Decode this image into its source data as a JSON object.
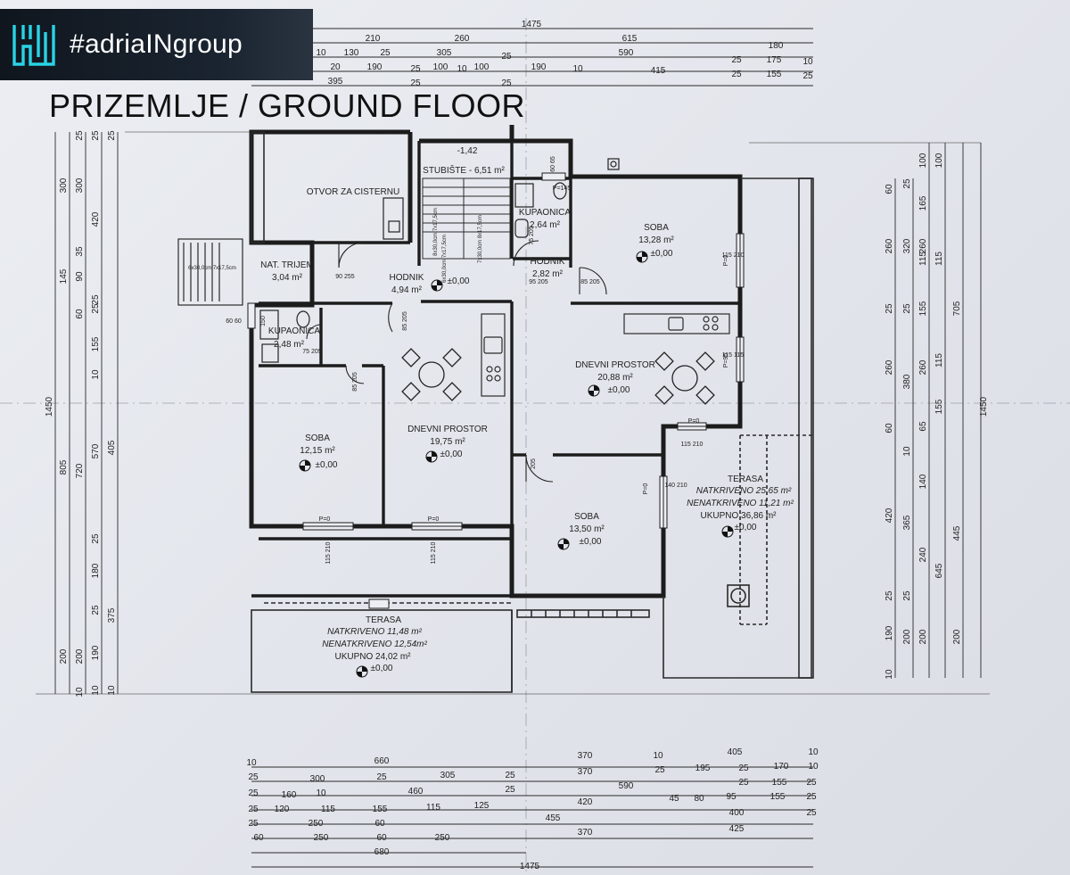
{
  "badge": {
    "text": "#adriaINgroup"
  },
  "title": "PRIZEMLJE / GROUND FLOOR",
  "rooms": {
    "stubiste": {
      "name": "STUBIŠTE - 6,51 m²",
      "level": "-1,42"
    },
    "otvor": {
      "name": "OTVOR ZA CISTERNU"
    },
    "kupaonica_top": {
      "name": "KUPAONICA",
      "area": "2,64 m²"
    },
    "soba_ne": {
      "name": "SOBA",
      "area": "13,28 m²",
      "level": "±0,00"
    },
    "nat_trijem": {
      "name": "NAT. TRIJEM",
      "area": "3,04 m²"
    },
    "hodnik_1": {
      "name": "HODNIK",
      "area": "4,94 m²",
      "level": "±0,00"
    },
    "hodnik_2": {
      "name": "HODNIK",
      "area": "2,82 m²"
    },
    "kupaonica_left": {
      "name": "KUPAONICA",
      "area": "2,48 m²"
    },
    "dnevni_east": {
      "name": "DNEVNI PROSTOR",
      "area": "20,88 m²",
      "level": "±0,00"
    },
    "soba_w": {
      "name": "SOBA",
      "area": "12,15 m²",
      "level": "±0,00"
    },
    "dnevni_mid": {
      "name": "DNEVNI PROSTOR",
      "area": "19,75 m²",
      "level": "±0,00"
    },
    "soba_se": {
      "name": "SOBA",
      "area": "13,50 m²",
      "level": "±0,00"
    },
    "terasa_east": {
      "name": "TERASA",
      "covered": "NATKRIVENO 25,65 m²",
      "uncovered": "NENATKRIVENO 11,21 m²",
      "total": "UKUPNO 36,86 m²",
      "level": "±0,00"
    },
    "terasa_south": {
      "name": "TERASA",
      "covered": "NATKRIVENO 11,48 m²",
      "uncovered": "NENATKRIVENO 12,54m²",
      "total": "UKUPNO 24,02 m²",
      "level": "±0,00"
    }
  },
  "openings": {
    "o1": "115 210",
    "o2": "115 210",
    "o3": "115 210",
    "o4": "140 210",
    "o5": "115 115",
    "o6": "115 210",
    "o7": "115 210",
    "o8": "95 205",
    "o9": "85 205",
    "o10": "85 205",
    "o11": "75 205",
    "o12": "85 205",
    "o13": "90 255",
    "o14": "60 60",
    "o15": "60 65",
    "o16": "75 205",
    "o17": "205",
    "p1": "P=0",
    "p2": "P=0",
    "p3": "P=0",
    "p4": "P=0",
    "p5": "P=95",
    "p6": "P=145",
    "p7": "P=0",
    "stair_a": "6x30,0cm 7x17,5cm",
    "stair_b": "8x30,0cm 7x17,5cm",
    "stair_c": "7x30,0cm 8x17,5cm",
    "stair_d": "6x30,0cm 7x17,5cm",
    "small_150": "150"
  },
  "dims_top": {
    "r1": [
      "1475"
    ],
    "r2": [
      "210",
      "260",
      "615",
      "180"
    ],
    "r3": [
      "10",
      "130",
      "25",
      "305",
      "25",
      "590",
      "25",
      "175",
      "10"
    ],
    "r4": [
      "20",
      "190",
      "25",
      "100",
      "10",
      "100",
      "190",
      "10",
      "415",
      "25",
      "155",
      "25"
    ],
    "r5": [
      "395",
      "25",
      "25"
    ]
  },
  "dims_bottom": {
    "r1": [
      "10",
      "660",
      "370",
      "10",
      "405",
      "10"
    ],
    "r2": [
      "25",
      "300",
      "25",
      "305",
      "25",
      "370",
      "25",
      "195",
      "25",
      "170",
      "10"
    ],
    "r3": [
      "25",
      "160",
      "10",
      "460",
      "25",
      "590",
      "25",
      "155",
      "25"
    ],
    "r4": [
      "25",
      "120",
      "115",
      "155",
      "115",
      "125",
      "420",
      "45",
      "80",
      "95",
      "155",
      "25"
    ],
    "r5": [
      "25",
      "250",
      "60",
      "455",
      "400",
      "25"
    ],
    "r6": [
      "60",
      "250",
      "60",
      "250",
      "370",
      "425"
    ],
    "r7": [
      "680"
    ],
    "r8": [
      "1475"
    ]
  },
  "dims_left": {
    "overall": "1450",
    "c1": [
      "300",
      "145",
      "805",
      "200"
    ],
    "c2": [
      "25",
      "300",
      "35",
      "90",
      "60",
      "720",
      "200",
      "10"
    ],
    "c3": [
      "25",
      "420",
      "25",
      "25",
      "155",
      "10",
      "570",
      "25",
      "180",
      "25",
      "190",
      "10"
    ],
    "c4": [
      "25",
      "405",
      "375",
      "10"
    ]
  },
  "dims_right": {
    "overall": "1450",
    "c1": [
      "60",
      "260",
      "25",
      "260",
      "60",
      "420",
      "25",
      "190",
      "10"
    ],
    "c2": [
      "25",
      "320",
      "25",
      "380",
      "10",
      "365",
      "25",
      "200"
    ],
    "c3": [
      "100",
      "165",
      "260",
      "115",
      "155",
      "260",
      "65",
      "140",
      "240",
      "200"
    ],
    "c4": [
      "100",
      "115",
      "705",
      "115",
      "155",
      "645",
      "445",
      "200"
    ]
  }
}
